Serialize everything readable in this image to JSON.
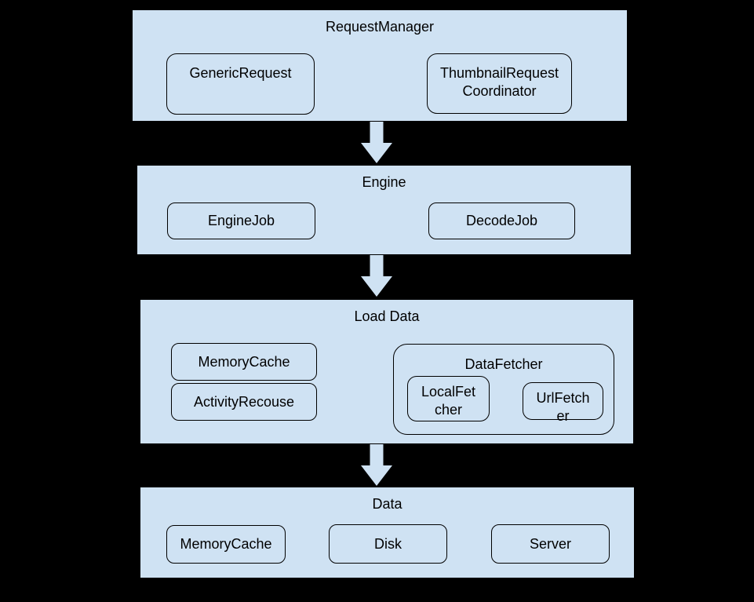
{
  "colors": {
    "background": "#000000",
    "section_fill": "#cfe2f3",
    "node_fill": "#cfe2f3",
    "arrow_fill": "#cfe2f3",
    "border": "#000000",
    "text": "#000000"
  },
  "sections": {
    "request_manager": {
      "title": "RequestManager",
      "generic_request": "GenericRequest",
      "thumbnail_request_coordinator": {
        "line1": "ThumbnailRequest",
        "line2": "Coordinator"
      }
    },
    "engine": {
      "title": "Engine",
      "engine_job": "EngineJob",
      "decode_job": "DecodeJob"
    },
    "load_data": {
      "title": "Load Data",
      "memory_cache": "MemoryCache",
      "activity_recouse": "ActivityRecouse",
      "data_fetcher": {
        "title": "DataFetcher",
        "local_fetcher": {
          "line1": "LocalFet",
          "line2": "cher"
        },
        "url_fetcher": {
          "line1": "UrlFetch",
          "line2": "er"
        }
      }
    },
    "data": {
      "title": "Data",
      "memory_cache": "MemoryCache",
      "disk": "Disk",
      "server": "Server"
    }
  }
}
